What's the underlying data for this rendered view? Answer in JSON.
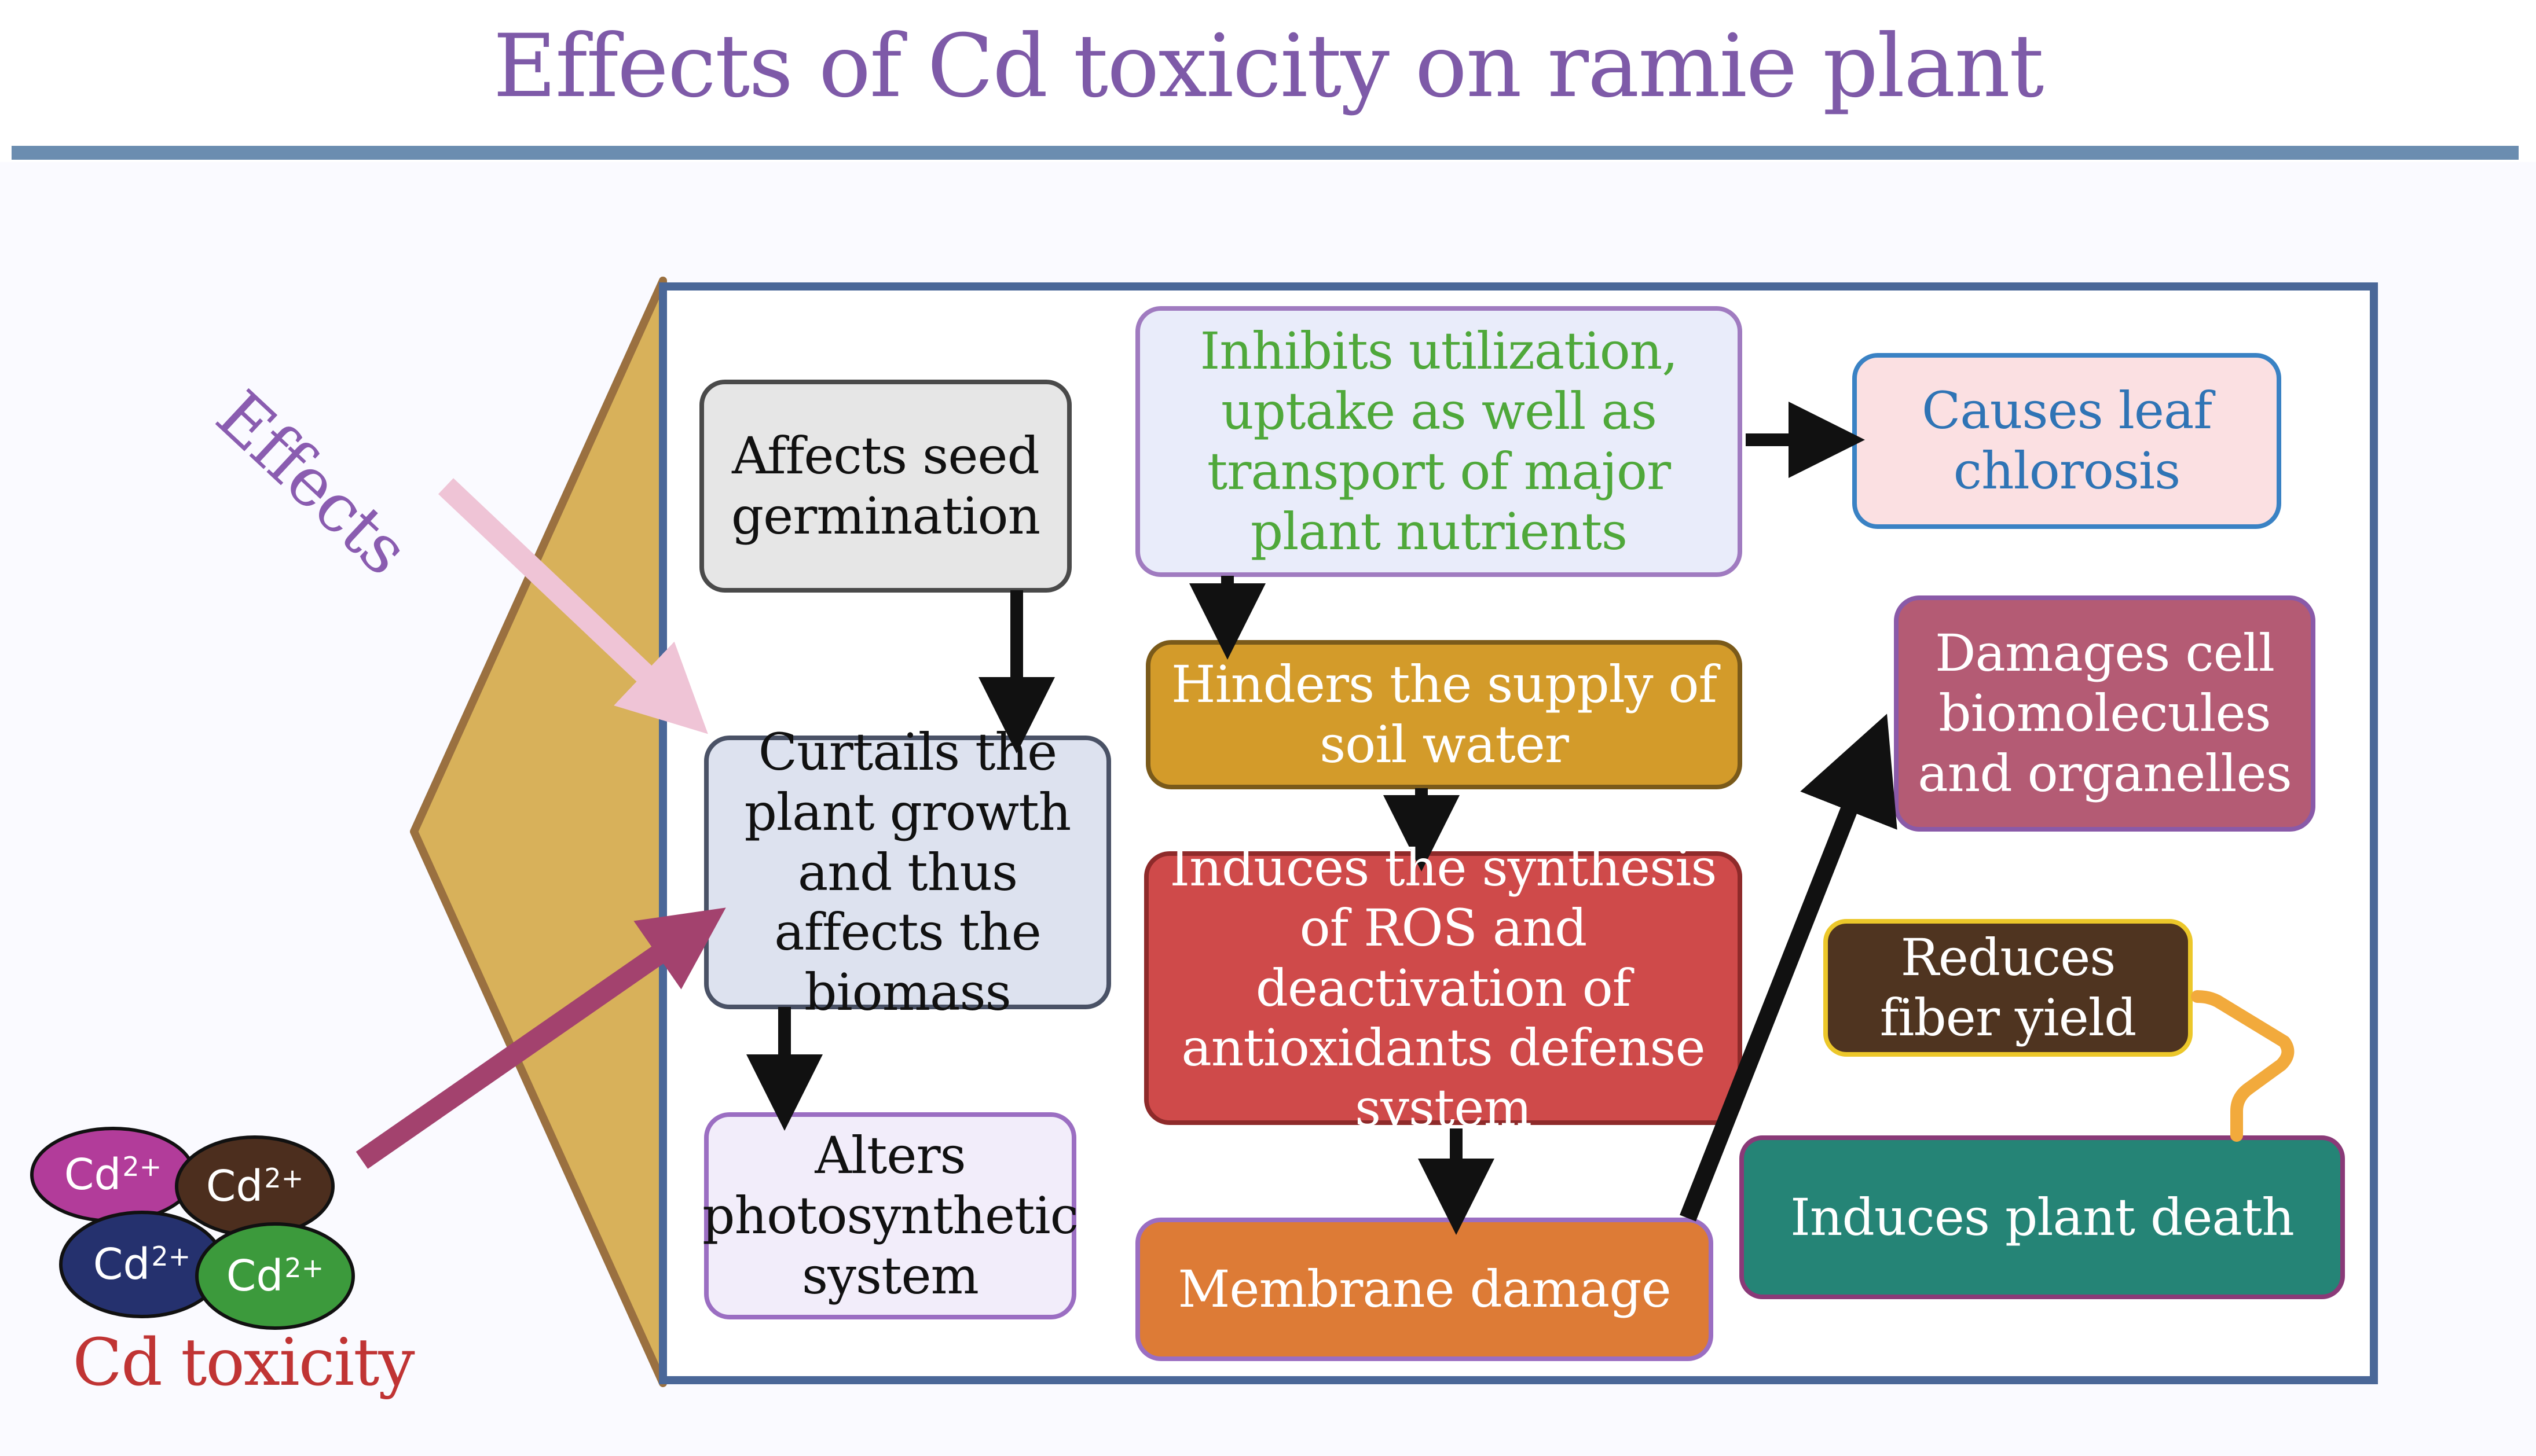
{
  "title": "Effects of Cd toxicity on ramie plant",
  "effects_label": "Effects",
  "cd_label": "Cd toxicity",
  "cd_ion": {
    "symbol": "Cd",
    "charge": "2+"
  },
  "boxes": {
    "seed": "Affects seed germination",
    "curtails": "Curtails the plant growth and thus affects the biomass",
    "photo": "Alters photosynthetic system",
    "nutrients": "Inhibits utilization, uptake as well as transport of major plant nutrients",
    "chlorosis": "Causes leaf chlorosis",
    "water": "Hinders the supply of soil water",
    "ros": "Induces the synthesis of ROS and deactivation of antioxidants defense system",
    "membrane": "Membrane damage",
    "damages": "Damages cell biomolecules and organelles",
    "fiber": "Reduces fiber yield",
    "death": "Induces plant death"
  },
  "colors": {
    "title": "#7e5aa8",
    "header_rule": "#6b8db0",
    "panel_border": "#4a6798",
    "funnel_fill": "#d8b15a",
    "funnel_edge": "#9a7040",
    "arrow": "#111111",
    "pink_arrow": "#efc4d6",
    "magenta_arrow": "#a3426e",
    "orange_connector": "#f2aa3c"
  }
}
